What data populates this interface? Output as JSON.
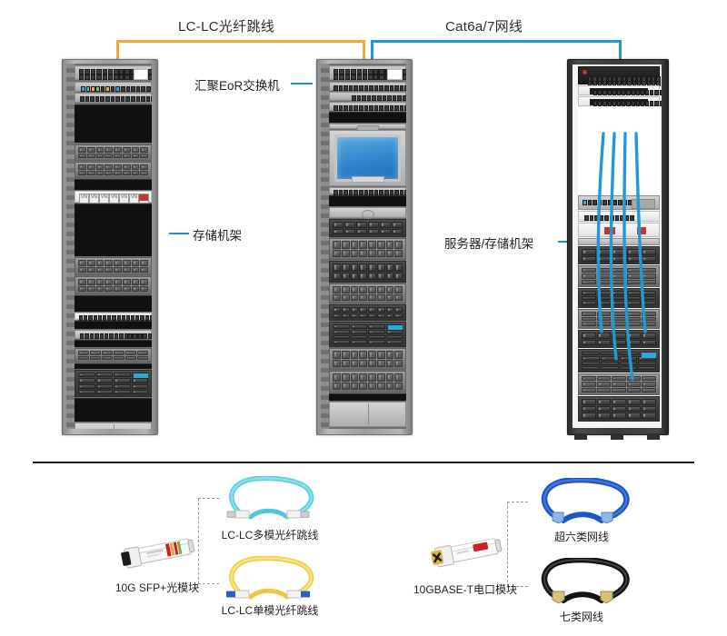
{
  "diagram": {
    "title_labels": [
      {
        "id": "fiber-link",
        "text": "LC-LC光纤跳线"
      },
      {
        "id": "copper-link",
        "text": "Cat6a/7网线"
      }
    ],
    "callouts": [
      {
        "id": "eor-switch",
        "text": "汇聚EoR交换机"
      },
      {
        "id": "storage-rack",
        "text": "存储机架"
      },
      {
        "id": "server-storage-rack",
        "text": "服务器/存储机架"
      }
    ],
    "cable_colors": {
      "fiber_orange": "#f2a93b",
      "copper_blue": "#1f9ad6",
      "leader_blue": "#1f8fd6"
    },
    "racks": [
      {
        "id": "left-rack",
        "label": "存储机架"
      },
      {
        "id": "middle-rack",
        "label": "汇聚EoR交换机"
      },
      {
        "id": "right-rack",
        "label": "服务器/存储机架"
      }
    ]
  },
  "legend": {
    "modules": [
      {
        "id": "sfp-plus",
        "label": "10G SFP+光模块"
      },
      {
        "id": "base-t",
        "label": "10GBASE-T电口模块"
      }
    ],
    "cables": [
      {
        "id": "mm-fiber",
        "label": "LC-LC多模光纤跳线",
        "color": "#4fc8dd"
      },
      {
        "id": "sm-fiber",
        "label": "LC-LC单模光纤跳线",
        "color": "#f5d24a"
      },
      {
        "id": "cat6a",
        "label": "超六类网线",
        "color": "#1e56c8"
      },
      {
        "id": "cat7",
        "label": "七类网线",
        "color": "#161616"
      }
    ]
  }
}
